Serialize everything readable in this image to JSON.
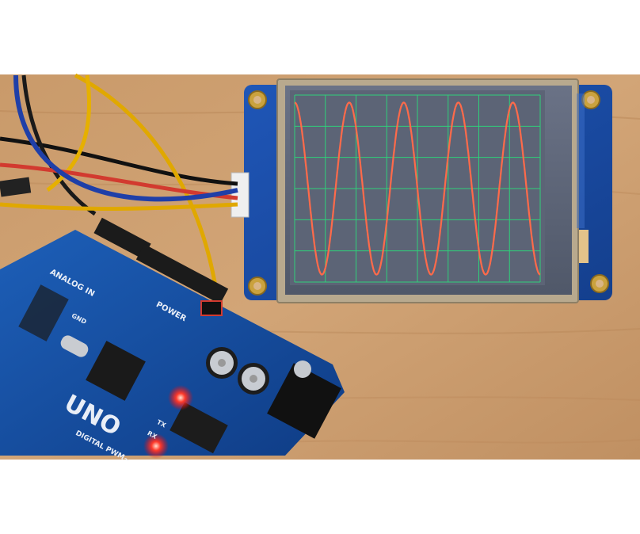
{
  "scene": {
    "board_logo": "UNO",
    "labels": {
      "power": "POWER",
      "analog_in": "ANALOG IN",
      "digital_pwm": "DIGITAL PWM~",
      "gnd": "GND",
      "tx": "TX",
      "rx": "RX"
    },
    "screen_colors": {
      "background": "#5c6476",
      "grid": "#2fd07a",
      "wave": "#ff6a4a"
    },
    "wave": {
      "cycles": 4.5,
      "amplitude": 0.92
    },
    "grid": {
      "columns": 8,
      "rows": 6
    },
    "wire_colors": [
      "#111111",
      "#e0a800",
      "#d23a2f",
      "#1f3fa8"
    ]
  }
}
